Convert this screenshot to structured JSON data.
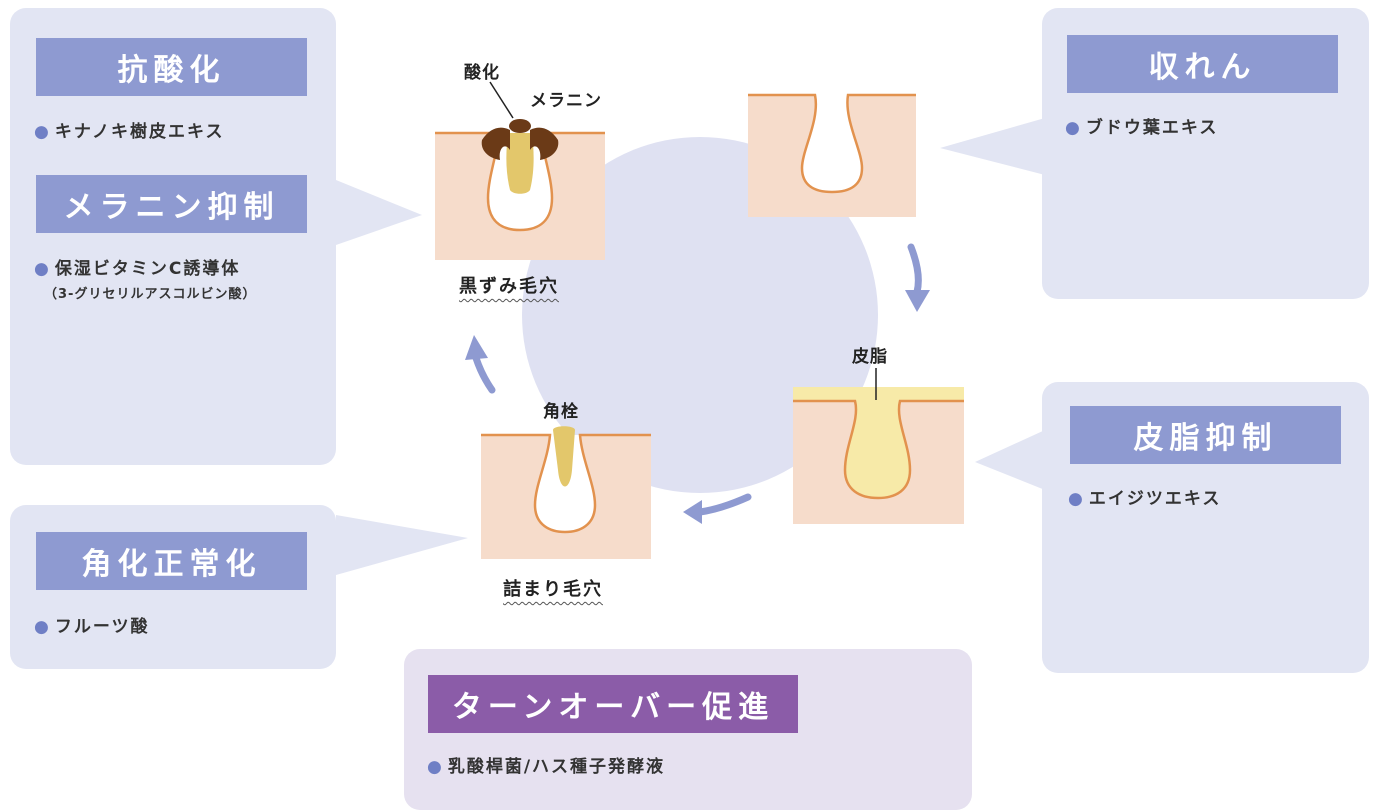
{
  "left_top_panel": {
    "title1": "抗酸化",
    "bullet1": "キナノキ樹皮エキス",
    "title2": "メラニン抑制",
    "bullet2": "保湿ビタミンC誘導体",
    "bullet2_sub": "（3-グリセリルアスコルビン酸）"
  },
  "left_bottom_panel": {
    "title": "角化正常化",
    "bullet": "フルーツ酸"
  },
  "right_top_panel": {
    "title": "収れん",
    "bullet": "ブドウ葉エキス"
  },
  "right_bottom_panel": {
    "title": "皮脂抑制",
    "bullet": "エイジツエキス"
  },
  "bottom_panel": {
    "title": "ターンオーバー促進",
    "bullet": "乳酸桿菌/ハス種子発酵液"
  },
  "diagrams": {
    "blackhead": {
      "caption": "黒ずみ毛穴",
      "label_oxidation": "酸化",
      "label_melanin": "メラニン"
    },
    "sebum": {
      "label": "皮脂"
    },
    "clogged": {
      "caption": "詰まり毛穴",
      "label": "角栓"
    }
  },
  "bullet_mark": "●",
  "colors": {
    "panel": "#e2e5f3",
    "title": "#8e9ad1",
    "accent_purple": "#8b5ca8",
    "skin": "#f6dccb",
    "skin_line": "#e2924e",
    "sebum": "#f7eaa8",
    "plug": "#e3c76b",
    "melanin": "#6b3a17",
    "circle": "#dfe1f2",
    "arrow": "#8e9ad1"
  }
}
